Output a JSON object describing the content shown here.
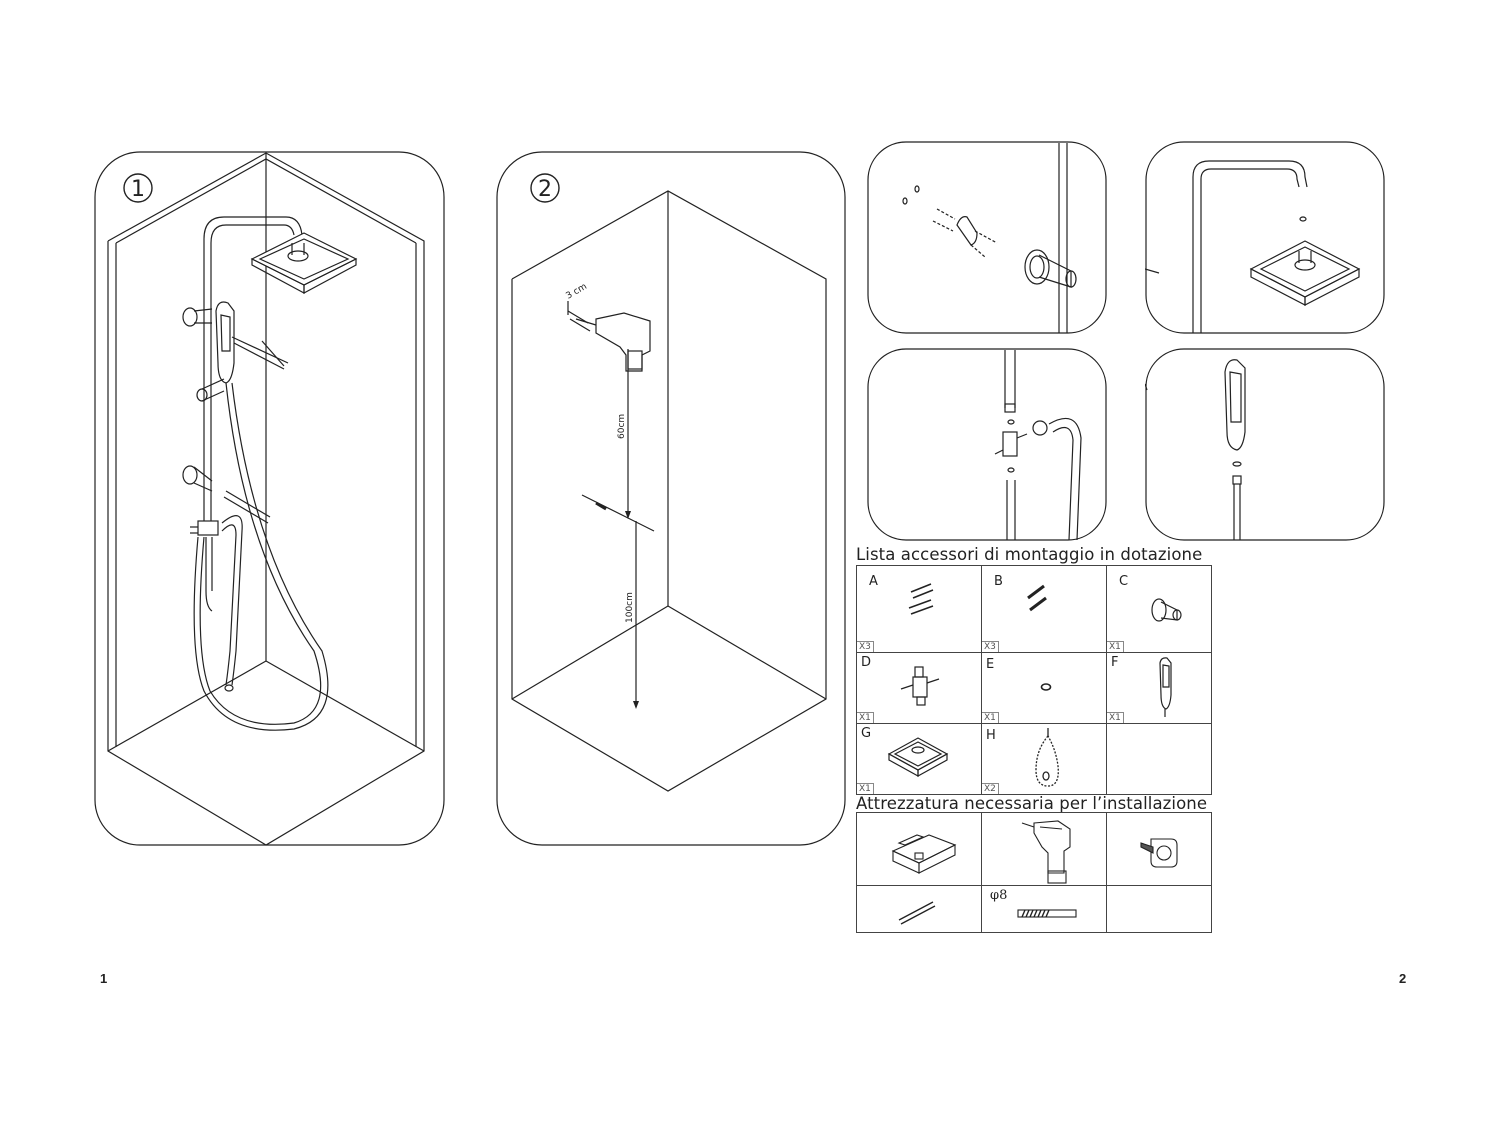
{
  "steps": {
    "step1": {
      "number": "1"
    },
    "step2": {
      "number": "2",
      "dim_top": "3 cm",
      "dim_mid": "60cm",
      "dim_bottom": "100cm"
    }
  },
  "accessories": {
    "heading": "Lista accessori di montaggio in dotazione",
    "items": [
      {
        "letter": "A",
        "qty": "X3",
        "icon": "screw-anchor-icon"
      },
      {
        "letter": "B",
        "qty": "X3",
        "icon": "wall-plug-icon"
      },
      {
        "letter": "C",
        "qty": "X1",
        "icon": "wall-bracket-icon"
      },
      {
        "letter": "D",
        "qty": "X1",
        "icon": "diverter-valve-icon"
      },
      {
        "letter": "E",
        "qty": "X1",
        "icon": "o-ring-icon"
      },
      {
        "letter": "F",
        "qty": "X1",
        "icon": "hand-shower-icon"
      },
      {
        "letter": "G",
        "qty": "X1",
        "icon": "shower-head-icon"
      },
      {
        "letter": "H",
        "qty": "X2",
        "icon": "hose-icon"
      }
    ]
  },
  "tools": {
    "heading": "Attrezzatura necessaria per l’installazione",
    "items": [
      {
        "icon": "level-tool-icon"
      },
      {
        "icon": "drill-icon"
      },
      {
        "icon": "tape-measure-icon"
      },
      {
        "icon": "pencil-icon"
      },
      {
        "icon": "drill-bit-icon",
        "label": "φ8"
      },
      {
        "icon": "empty"
      }
    ]
  },
  "page_numbers": {
    "left": "1",
    "right": "2"
  },
  "colors": {
    "line": "#222222",
    "border": "#444444"
  }
}
